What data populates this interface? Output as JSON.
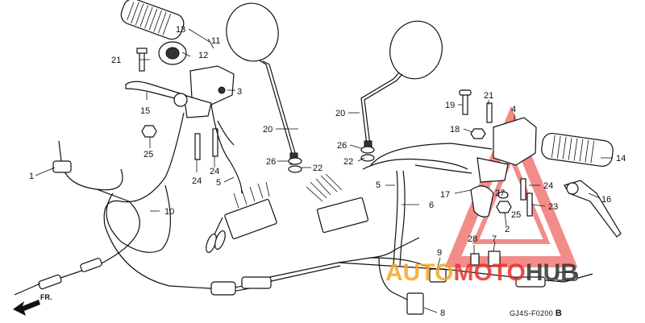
{
  "callouts": {
    "p1": "1",
    "p2": "2",
    "p3": "3",
    "p4": "4",
    "p5a": "5",
    "p5b": "5",
    "p6": "6",
    "p7": "7",
    "p8": "8",
    "p9": "9",
    "p10": "10",
    "p11": "11",
    "p12": "12",
    "p13": "13",
    "p14": "14",
    "p15": "15",
    "p16": "16",
    "p17": "17",
    "p18": "18",
    "p19": "19",
    "p20a": "20",
    "p20b": "20",
    "p21a": "21",
    "p21b": "21",
    "p22a": "22",
    "p22b": "22",
    "p23": "23",
    "p24a": "24",
    "p24b": "24",
    "p24c": "24",
    "p25a": "25",
    "p25b": "25",
    "p26a": "26",
    "p26b": "26",
    "p27": "27",
    "p28": "28"
  },
  "direction_label": "FR.",
  "drawing_code": "GJ4S-F0200",
  "drawing_rev": "B",
  "watermark": {
    "part1": "AUTO",
    "part2": "MOTO",
    "part3": "HUB"
  },
  "colors": {
    "watermark_orange": "#f5a623",
    "watermark_red": "#e8302a",
    "watermark_dark": "#333333"
  }
}
